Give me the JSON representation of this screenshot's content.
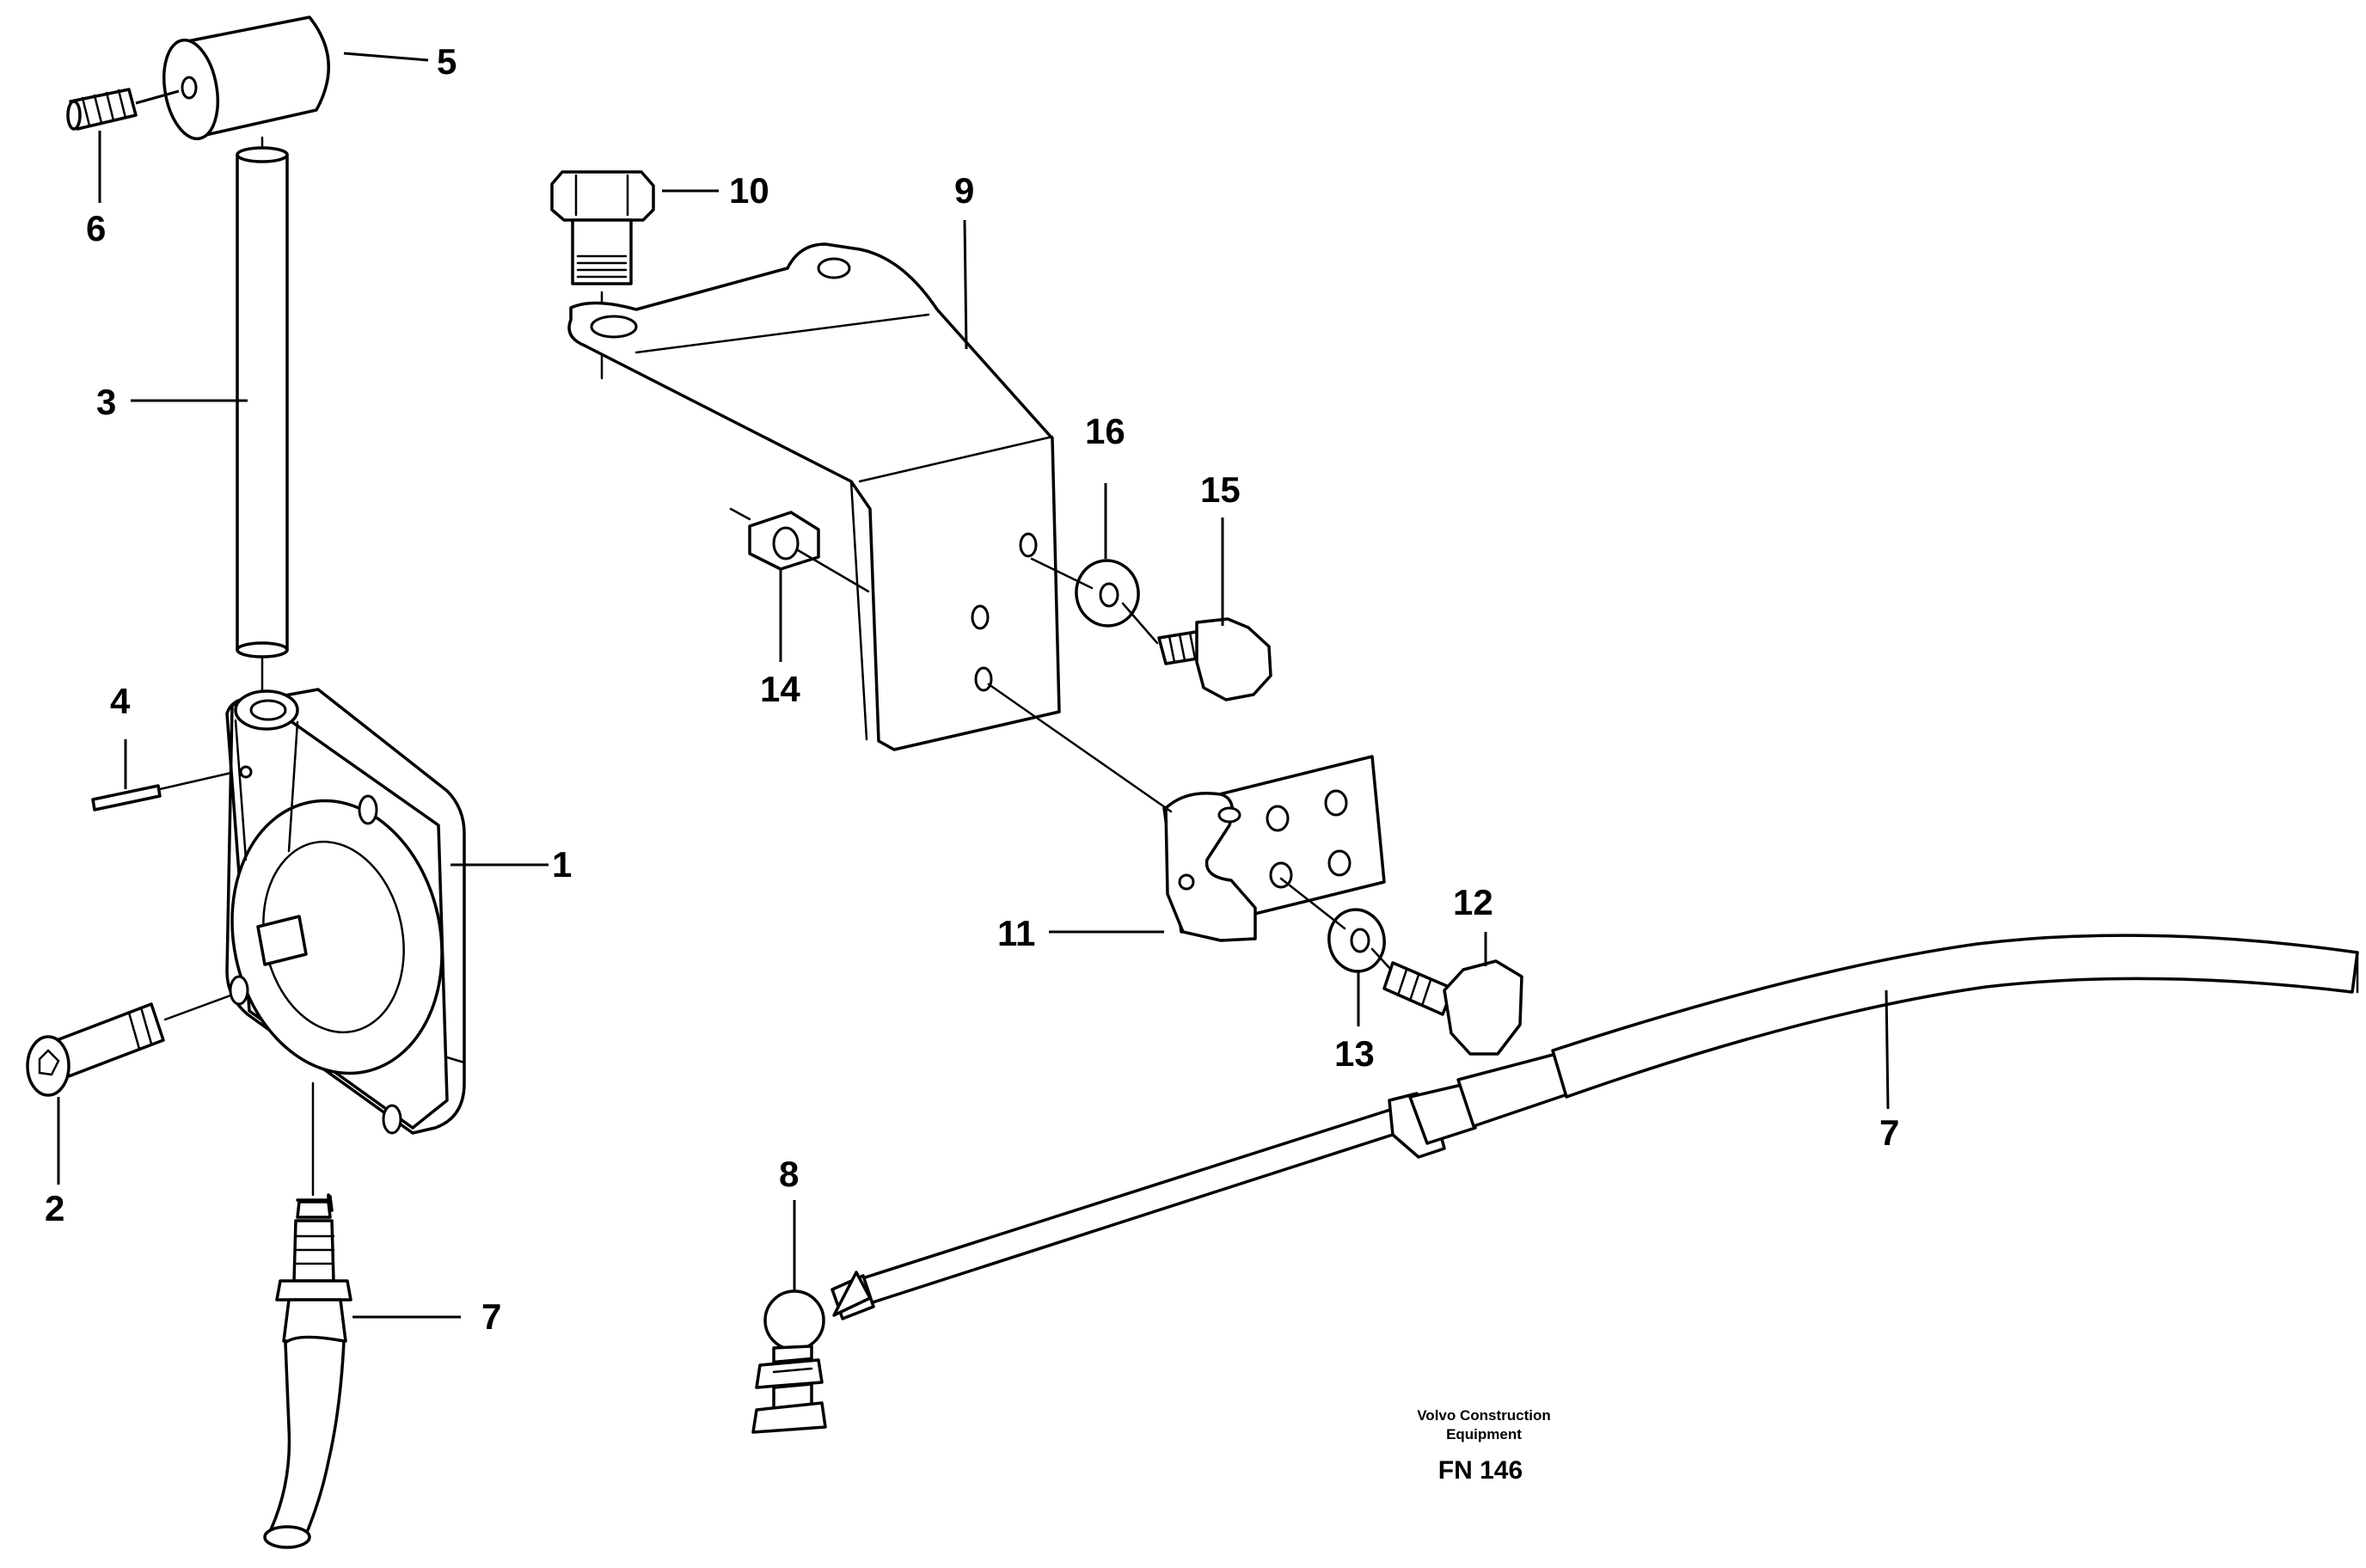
{
  "callouts": {
    "c1": "1",
    "c2": "2",
    "c3": "3",
    "c4": "4",
    "c5": "5",
    "c6": "6",
    "c7a": "7",
    "c7b": "7",
    "c8": "8",
    "c9": "9",
    "c10": "10",
    "c11": "11",
    "c12": "12",
    "c13": "13",
    "c14": "14",
    "c15": "15",
    "c16": "16"
  },
  "caption": {
    "company_line1": "Volvo Construction",
    "company_line2": "Equipment",
    "figure_number": "FN 146"
  }
}
